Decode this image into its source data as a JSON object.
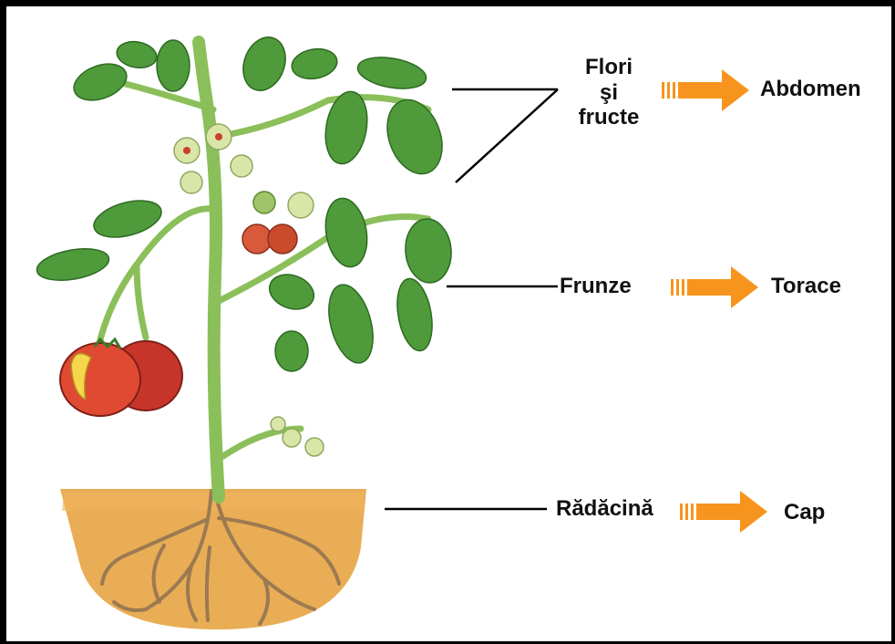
{
  "colors": {
    "arrow": "#f7941d",
    "soil": "#e8a94c",
    "stem": "#8bbf5a",
    "leaf": "#4f9a3a",
    "tomato": "#d9342b",
    "root": "#9b7a52",
    "border": "#000000"
  },
  "labels": {
    "flowers_line1": "Flori",
    "flowers_line2": "şi",
    "flowers_line3": "fructe",
    "leaves": "Frunze",
    "root": "Rădăcină"
  },
  "mapped": {
    "abdomen": "Abdomen",
    "thorax": "Torace",
    "head": "Cap"
  },
  "icons": [
    "arrow-right-icon"
  ]
}
